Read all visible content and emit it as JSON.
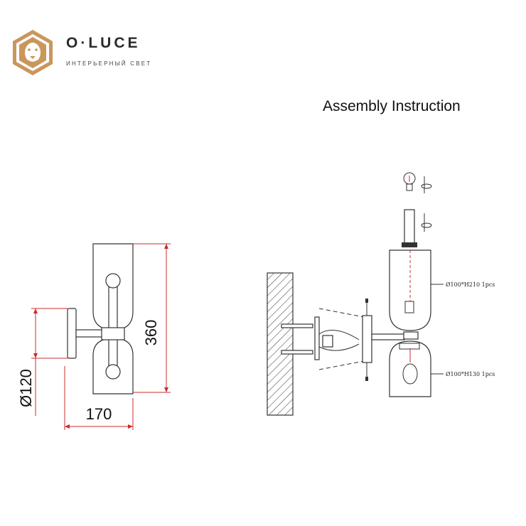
{
  "brand": {
    "name": "O·LUCE",
    "tagline": "ИНТЕРЬЕРНЫЙ СВЕТ",
    "logo_icon": "lion-head-hexagon-icon",
    "accent_color": "#c9975b"
  },
  "title": "Assembly Instruction",
  "dimensions": {
    "height": "360",
    "width": "170",
    "diameter": "Ø120",
    "line_color": "#cc2b2b"
  },
  "assembly": {
    "upper_shade": "Ø100*H210 1pcs",
    "lower_shade": "Ø100*H130 1pcs",
    "icons": [
      "light-bulb-icon",
      "rotate-arrow-icon",
      "wall-hatch-icon",
      "screw-icon"
    ]
  }
}
